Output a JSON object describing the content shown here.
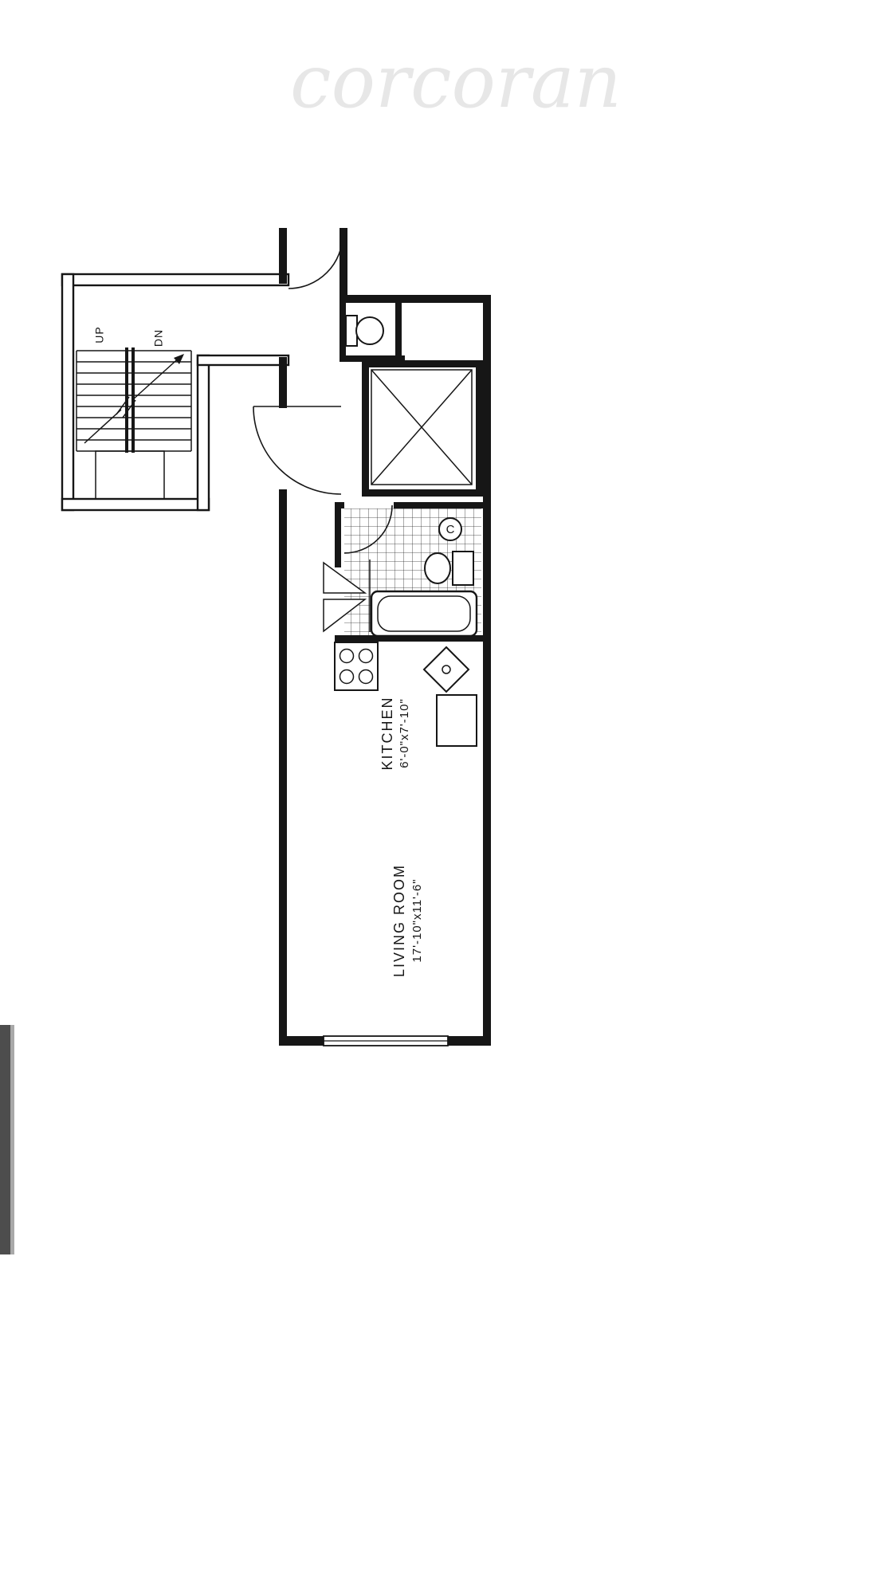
{
  "watermark": {
    "text": "corcoran",
    "color": "#e7e7e7"
  },
  "floorplan": {
    "stairs": {
      "up_label": "UP",
      "down_label": "DN"
    },
    "bathroom": {
      "cabinet_label": "C"
    },
    "kitchen": {
      "name": "KITCHEN",
      "dimensions": "6'-0\"x7'-10\""
    },
    "living_room": {
      "name": "LIVING ROOM",
      "dimensions": "17'-10\"x11'-6\""
    },
    "colors": {
      "line": "#161616",
      "background": "#ffffff",
      "edge_strip": "#4d4d4d"
    }
  }
}
